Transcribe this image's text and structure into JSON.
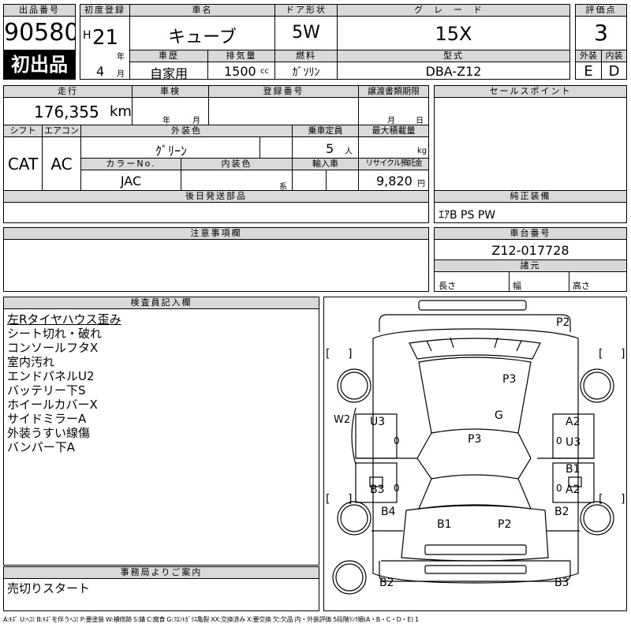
{
  "lot": {
    "label": "出品番号",
    "number": "90580",
    "first_listing": "初出品"
  },
  "registration": {
    "label": "初度登録",
    "era": "H",
    "year": "21",
    "year_unit": "年",
    "month": "4",
    "month_unit": "月"
  },
  "car_name": {
    "label": "車名",
    "value": "キューブ"
  },
  "door": {
    "label": "ドア形状",
    "value": "5W"
  },
  "grade": {
    "label": "グレード",
    "value": "15X"
  },
  "score": {
    "label": "評価点",
    "value": "3"
  },
  "history": {
    "label": "車歴",
    "value": "自家用"
  },
  "displacement": {
    "label": "排気量",
    "value": "1500",
    "unit": "cc"
  },
  "fuel": {
    "label": "燃料",
    "value": "ｶﾞｿﾘﾝ"
  },
  "model_type": {
    "label": "型式",
    "value": "DBA-Z12"
  },
  "exterior_grade": {
    "label": "外装",
    "value": "E"
  },
  "interior_grade": {
    "label": "内装",
    "value": "D"
  },
  "mileage": {
    "label": "走行",
    "value": "176,355",
    "unit": "km"
  },
  "inspection": {
    "label": "車検",
    "year_unit": "年",
    "month_unit": "月"
  },
  "reg_number": {
    "label": "登録番号"
  },
  "transfer_docs": {
    "label": "譲渡書類期限",
    "month_unit": "月",
    "day_unit": "日"
  },
  "sales_points": {
    "label": "セールスポイント"
  },
  "shift": {
    "label": "シフト",
    "value": "CAT"
  },
  "aircon": {
    "label": "エアコン",
    "value": "AC"
  },
  "ext_color": {
    "label": "外装色",
    "value": "ｸﾞﾘｰﾝ"
  },
  "capacity": {
    "label": "乗車定員",
    "value": "5",
    "unit": "人"
  },
  "max_load": {
    "label": "最大積載量",
    "unit": "kg"
  },
  "color_no": {
    "label": "カラーNo.",
    "value": "JAC"
  },
  "int_color": {
    "label": "内装色",
    "unit": "系"
  },
  "import": {
    "label": "輸入車"
  },
  "recycle": {
    "label": "リサイクル預託金",
    "value": "9,820",
    "unit": "円"
  },
  "later_parts": {
    "label": "後日発送部品"
  },
  "genuine_equipment": {
    "label": "純正装備",
    "value": "ｴｱB PS PW"
  },
  "notes": {
    "label": "注意事項欄"
  },
  "chassis": {
    "label": "車台番号",
    "value": "Z12-017728"
  },
  "dimensions": {
    "label": "諸元",
    "length": "長さ",
    "width": "幅",
    "height": "高さ"
  },
  "inspector": {
    "label": "検査員記入欄",
    "lines": [
      "左Rタイヤハウス歪み",
      "シート切れ・破れ",
      "コンソールフタX",
      "室内汚れ",
      "エンドパネルU2",
      "バッテリー下S",
      "ホイールカバーX",
      "サイドミラーA",
      "外装うすい線傷",
      "バンパー下A"
    ]
  },
  "office": {
    "label": "事務局よりご案内",
    "value": "売切りスタート"
  },
  "legend": "A:ｷｽﾞ U:ﾍｺﾐ B:ｷｽﾞを伴うﾍｺﾐ P:要塗装 W:補修跡 S:錆 C:腐食 G:ﾌﾛﾝﾄｶﾞﾗｽ亀裂 XX:交換済み X:要交換 欠:欠品 内・外装評価 5段階ﾗﾝｸ順(A・B・C・D・E) 1",
  "diagram": {
    "marks": [
      "P2",
      "P3",
      "W2",
      "U3",
      "G",
      "A2",
      "U3",
      "P3",
      "B1",
      "B3",
      "A2",
      "B4",
      "B2",
      "B1",
      "P2",
      "B2",
      "B3"
    ],
    "brackets": [
      "[",
      "]",
      "[",
      "]",
      "[",
      "]",
      "[",
      "]"
    ],
    "zeros": [
      "0",
      "0",
      "0",
      "0"
    ]
  }
}
